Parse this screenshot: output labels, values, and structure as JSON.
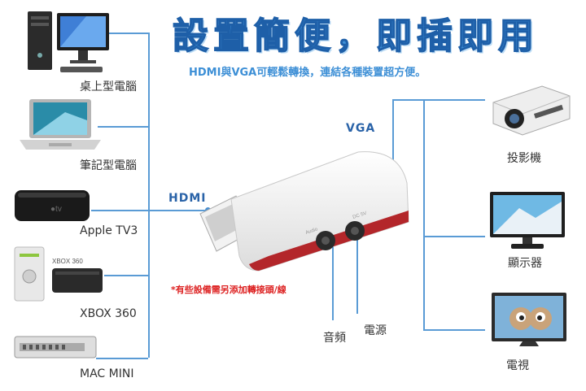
{
  "header": {
    "title": "設置簡便，即插即用",
    "subtitle": "HDMI與VGA可輕鬆轉換，連結各種裝置超方便。"
  },
  "sources": [
    {
      "label": "桌上型電腦",
      "icon": "desktop-pc-icon"
    },
    {
      "label": "筆記型電腦",
      "icon": "laptop-icon"
    },
    {
      "label": "Apple TV3",
      "icon": "apple-tv-icon"
    },
    {
      "label": "XBOX 360",
      "icon": "xbox-360-icon"
    },
    {
      "label": "MAC MINI",
      "icon": "mac-mini-icon"
    }
  ],
  "outputs": [
    {
      "label": "投影機",
      "icon": "projector-icon"
    },
    {
      "label": "顯示器",
      "icon": "monitor-icon"
    },
    {
      "label": "電視",
      "icon": "tv-icon"
    }
  ],
  "ports": {
    "hdmi": "HDMI",
    "vga": "VGA",
    "audio": "音頻",
    "power": "電源",
    "device_audio_label": "Audio",
    "device_power_label": "DC 5V"
  },
  "note": "*有些設備需另添加轉接頭/線",
  "xbox_logo_text": "XBOX 360",
  "colors": {
    "accent": "#3d8fd6",
    "line": "#5a9bd5",
    "note": "#dd2222",
    "device_stripe": "#b3262a"
  }
}
